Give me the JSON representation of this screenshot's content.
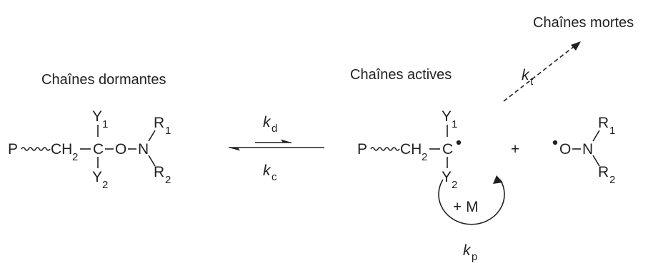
{
  "labels": {
    "dormant": "Chaînes dormantes",
    "active": "Chaînes actives",
    "dead": "Chaînes mortes"
  },
  "atoms": {
    "P": "P",
    "CH": "CH",
    "two": "2",
    "C": "C",
    "O": "O",
    "N": "N",
    "Y": "Y",
    "R": "R",
    "one": "1",
    "plus": "+",
    "monomer": "+ M"
  },
  "rates": {
    "k": "k",
    "d": "d",
    "c": "c",
    "t": "t",
    "p": "p"
  }
}
